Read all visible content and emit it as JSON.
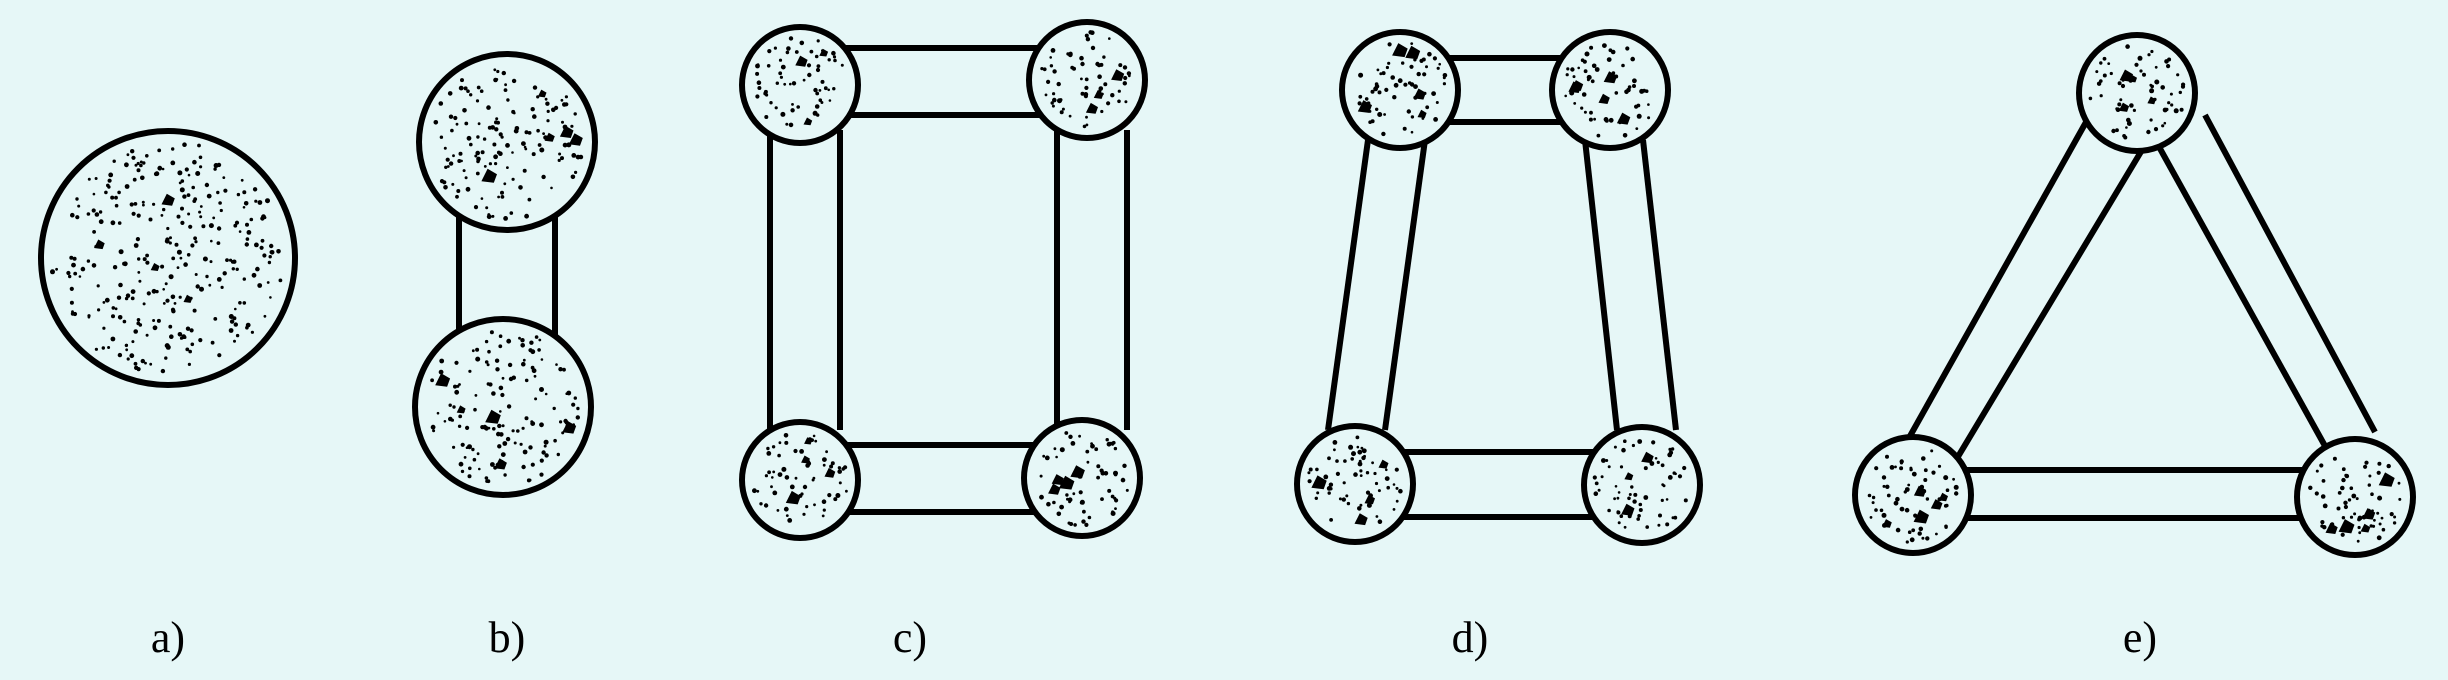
{
  "colors": {
    "background": "#e6f7f7",
    "circle_fill": "#e6f7f7",
    "ink": "#000000"
  },
  "figures": [
    {
      "id": "a",
      "label": "a)"
    },
    {
      "id": "b",
      "label": "b)"
    },
    {
      "id": "c",
      "label": "c)"
    },
    {
      "id": "d",
      "label": "d)"
    },
    {
      "id": "e",
      "label": "e)"
    }
  ]
}
